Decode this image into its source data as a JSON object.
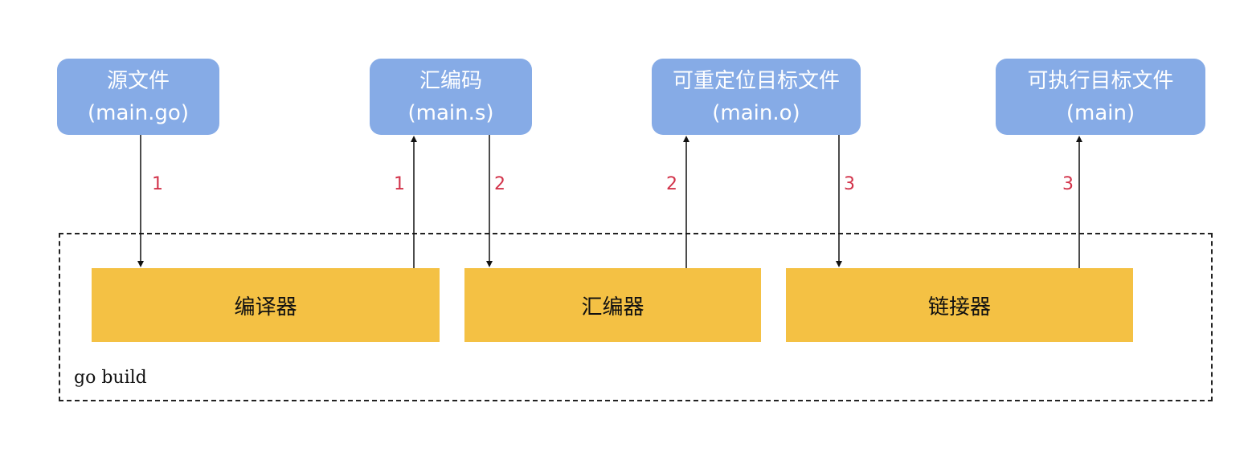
{
  "files": [
    {
      "name": "源文件",
      "sub": "(main.go)"
    },
    {
      "name": "汇编码",
      "sub": "(main.s)"
    },
    {
      "name": "可重定位目标文件",
      "sub": "(main.o)"
    },
    {
      "name": "可执行目标文件",
      "sub": "(main)"
    }
  ],
  "tools": [
    {
      "label": "编译器"
    },
    {
      "label": "汇编器"
    },
    {
      "label": "链接器"
    }
  ],
  "steps": [
    "1",
    "1",
    "2",
    "2",
    "3",
    "3"
  ],
  "build_label": "go build",
  "colors": {
    "file_box": "#86abe6",
    "tool_box": "#f4c144",
    "step_label": "#d2334a",
    "arrow": "#111111"
  }
}
